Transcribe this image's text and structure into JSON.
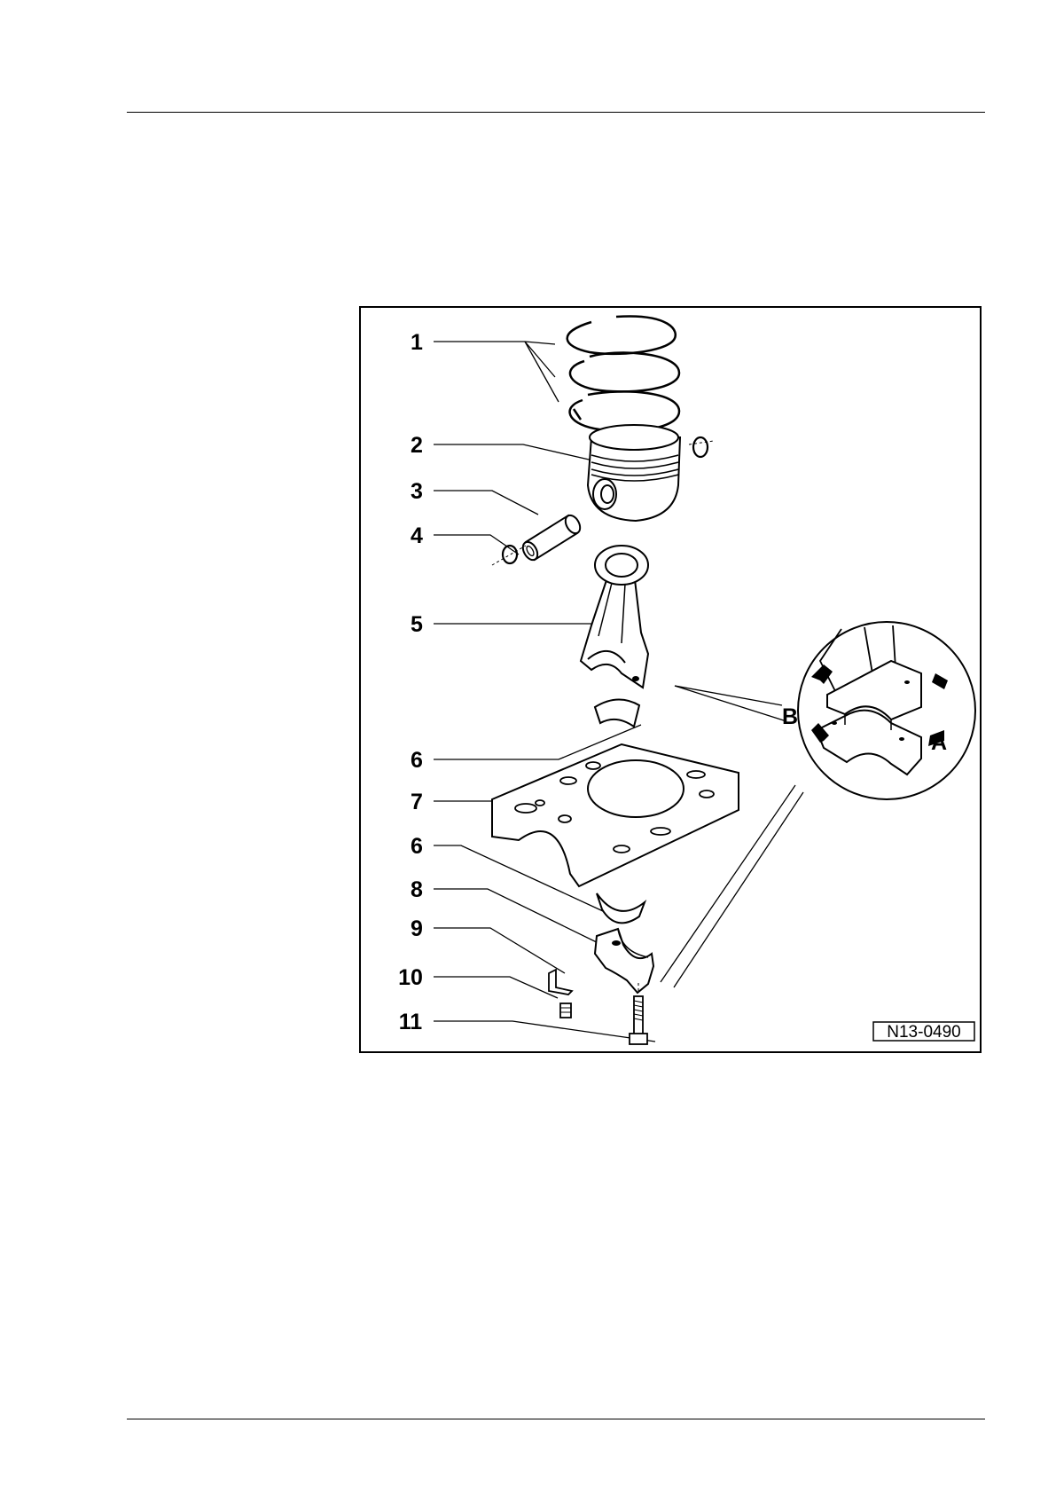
{
  "figure": {
    "reference_code": "N13-0490",
    "callouts": [
      "1",
      "2",
      "3",
      "4",
      "5",
      "6",
      "7",
      "6",
      "8",
      "9",
      "10",
      "11"
    ],
    "detail_labels": [
      "A",
      "B"
    ]
  }
}
